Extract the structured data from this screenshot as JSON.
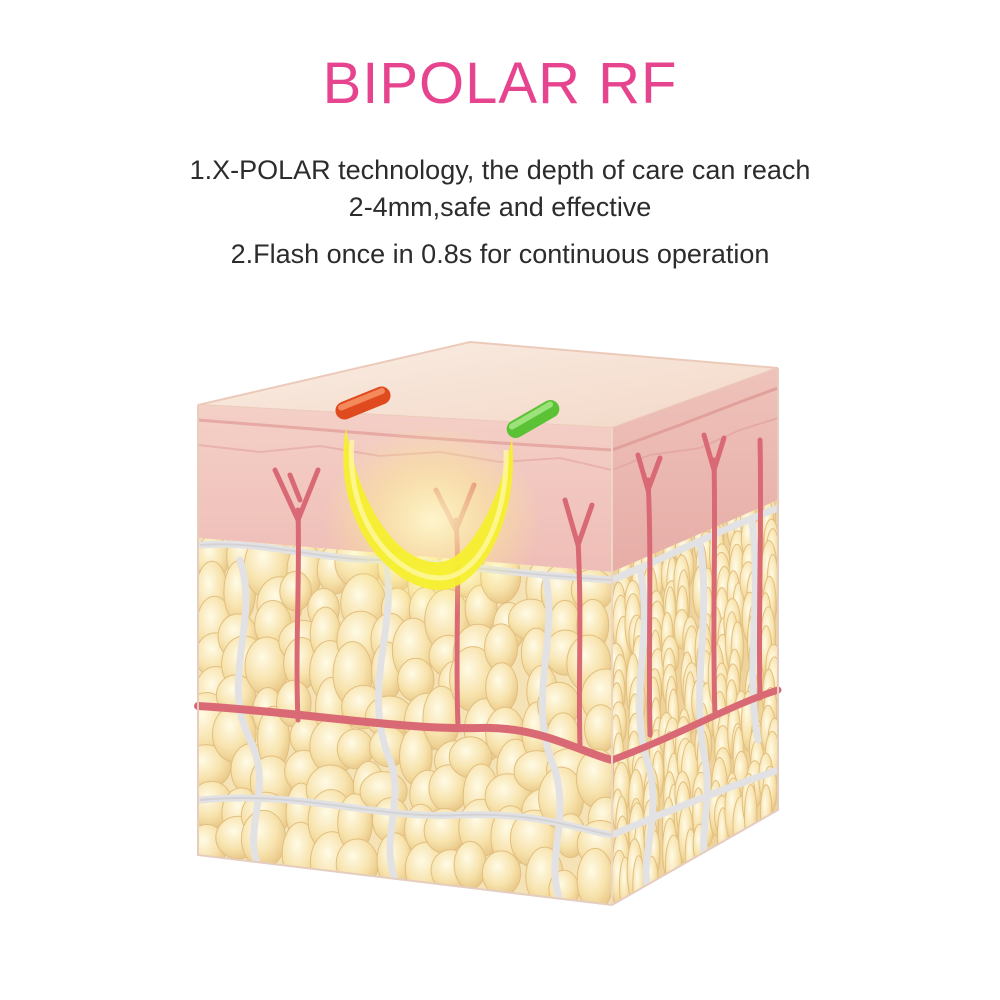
{
  "title": "BIPOLAR RF",
  "features": [
    {
      "line1": "1.X-POLAR technology, the depth of care can reach",
      "line2": "2-4mm,safe and effective"
    },
    {
      "line1": "2.Flash once in 0.8s for continuous operation"
    }
  ],
  "illustration": {
    "subject": "skin-cross-section",
    "electrodes": [
      "red-electrode",
      "green-electrode"
    ]
  },
  "colors": {
    "title": "#e7448f",
    "text": "#2c2c2c",
    "skin_top": "#f6ddd0",
    "dermis": "#f0c4c0",
    "fat": "#f3dba2",
    "vessel": "#d96a75",
    "septa": "#e9e9ea",
    "rf_glow": "#f6ef2e",
    "electrode_red": "#e04a1f",
    "electrode_green": "#5bc235"
  }
}
